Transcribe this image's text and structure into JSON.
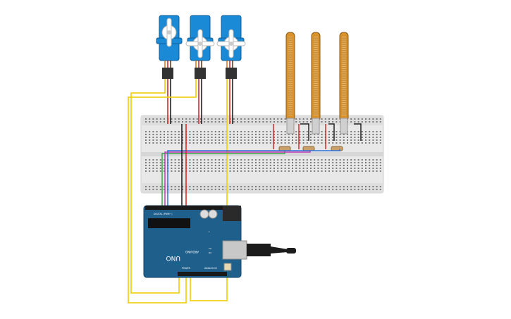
{
  "board": {
    "model": "UNO",
    "brand": "ARDUINO",
    "header_digital": "DIGITAL (PWM~)",
    "header_power": "POWER",
    "header_analog": "ANALOG IN",
    "label_tx": "TX",
    "label_rx": "RX",
    "label_l": "L"
  },
  "components": {
    "servos": 3,
    "flex_sensors": 3,
    "resistors": 3
  },
  "wire_colors": {
    "yellow": "#f2d21b",
    "red": "#d62a2a",
    "black": "#222222",
    "green": "#3aa64a",
    "blue": "#2b6fd6",
    "magenta": "#c23ab4",
    "board_blue": "#1f5f8c",
    "breadboard": "#e6e6e6",
    "servo_blue": "#1a8ad6",
    "flex_orange": "#d9912b"
  }
}
